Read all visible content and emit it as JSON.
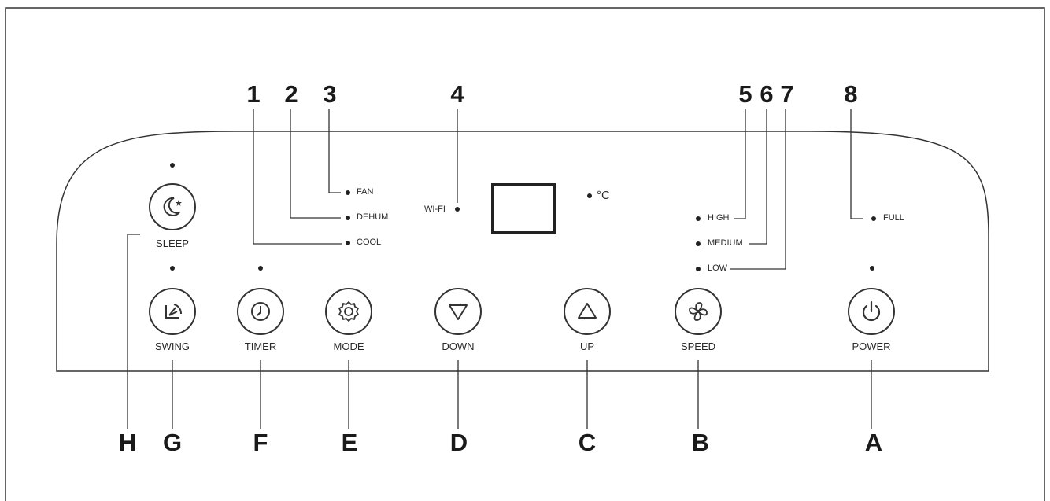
{
  "buttons": {
    "sleep": {
      "label": "SLEEP",
      "icon": "moon-star-icon"
    },
    "swing": {
      "label": "SWING",
      "icon": "swing-icon"
    },
    "timer": {
      "label": "TIMER",
      "icon": "clock-icon"
    },
    "mode": {
      "label": "MODE",
      "icon": "gear-icon"
    },
    "down": {
      "label": "DOWN",
      "icon": "triangle-down-icon"
    },
    "up": {
      "label": "UP",
      "icon": "triangle-up-icon"
    },
    "speed": {
      "label": "SPEED",
      "icon": "fan-icon"
    },
    "power": {
      "label": "POWER",
      "icon": "power-icon"
    }
  },
  "indicators": {
    "fan": "FAN",
    "dehum": "DEHUM",
    "cool": "COOL",
    "wifi": "WI-FI",
    "high": "HIGH",
    "medium": "MEDIUM",
    "low": "LOW",
    "full": "FULL",
    "celsius": "°C"
  },
  "callouts": {
    "numbers": [
      "1",
      "2",
      "3",
      "4",
      "5",
      "6",
      "7",
      "8"
    ],
    "letters": [
      "H",
      "G",
      "F",
      "E",
      "D",
      "C",
      "B",
      "A"
    ]
  },
  "colors": {
    "line": "#222222",
    "panel_outline": "#333333"
  }
}
